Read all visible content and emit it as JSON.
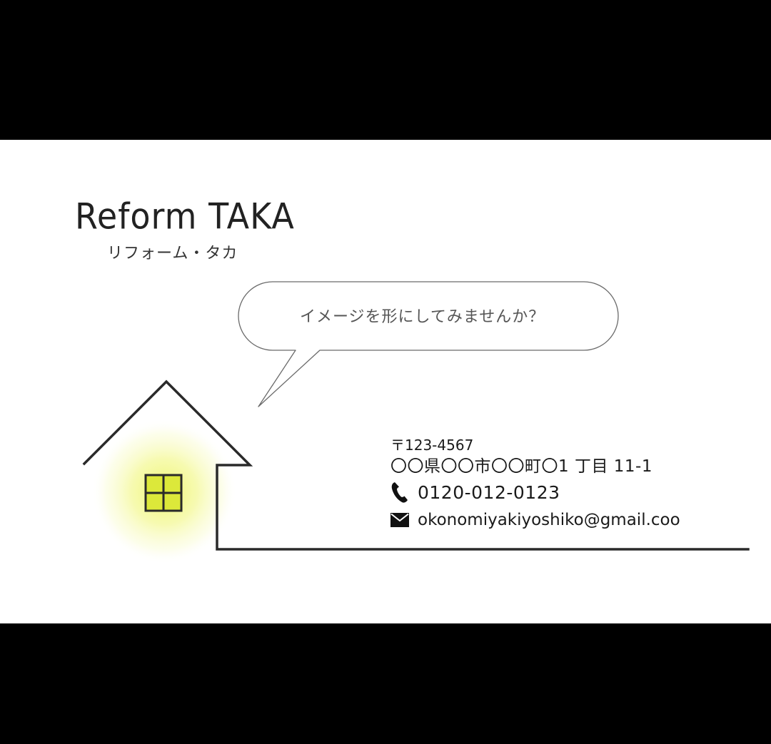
{
  "card": {
    "brand": "Reform TAKA",
    "brand_kana": "リフォーム・タカ",
    "speech": "イメージを形にしてみませんか？",
    "postal": "〒123-4567",
    "address": "〇〇県〇〇市〇〇町〇1 丁目 11-1",
    "phone": "0120-012-0123",
    "email": "okonomiyakiyoshiko@gmail.coo"
  },
  "icons": {
    "phone": "phone-icon",
    "mail": "mail-icon",
    "house": "house-icon",
    "window": "window-icon"
  },
  "colors": {
    "background": "#000000",
    "card": "#ffffff",
    "ink": "#222222",
    "window": "#dce83a",
    "glow": "#f2f79a"
  }
}
